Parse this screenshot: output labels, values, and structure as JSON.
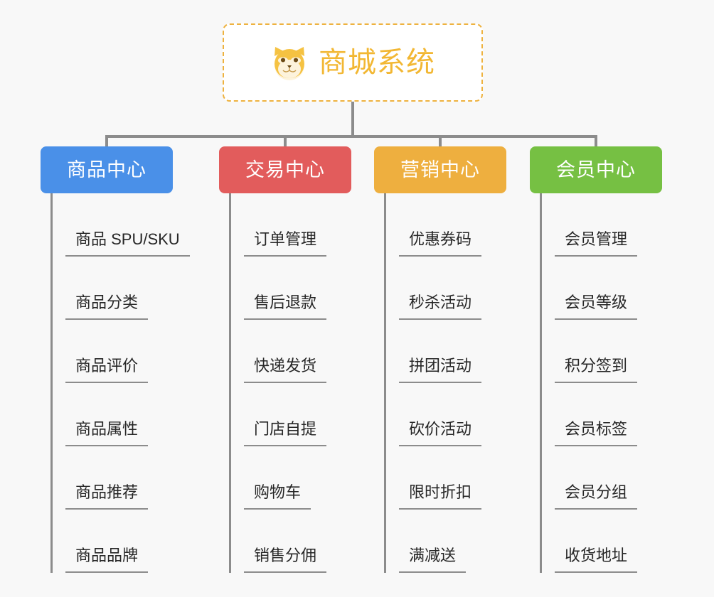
{
  "page": {
    "background": "#f8f8f8",
    "type": "mindmap-tree"
  },
  "root": {
    "title": "商城系统",
    "icon": "shiba-dog-icon",
    "icon_color": "#f5c242",
    "title_color": "#f2b733",
    "border_color": "#eeb23f",
    "background": "#ffffff"
  },
  "connector": {
    "color": "#8c8c8c"
  },
  "columns": [
    {
      "header": "商品中心",
      "color": "#4a90e8",
      "items": [
        "商品 SPU/SKU",
        "商品分类",
        "商品评价",
        "商品属性",
        "商品推荐",
        "商品品牌"
      ]
    },
    {
      "header": "交易中心",
      "color": "#e25c5c",
      "items": [
        "订单管理",
        "售后退款",
        "快递发货",
        "门店自提",
        "购物车",
        "销售分佣"
      ]
    },
    {
      "header": "营销中心",
      "color": "#eeaf3f",
      "items": [
        "优惠券码",
        "秒杀活动",
        "拼团活动",
        "砍价活动",
        "限时折扣",
        "满减送"
      ]
    },
    {
      "header": "会员中心",
      "color": "#76c043",
      "items": [
        "会员管理",
        "会员等级",
        "积分签到",
        "会员标签",
        "会员分组",
        "收货地址"
      ]
    }
  ]
}
